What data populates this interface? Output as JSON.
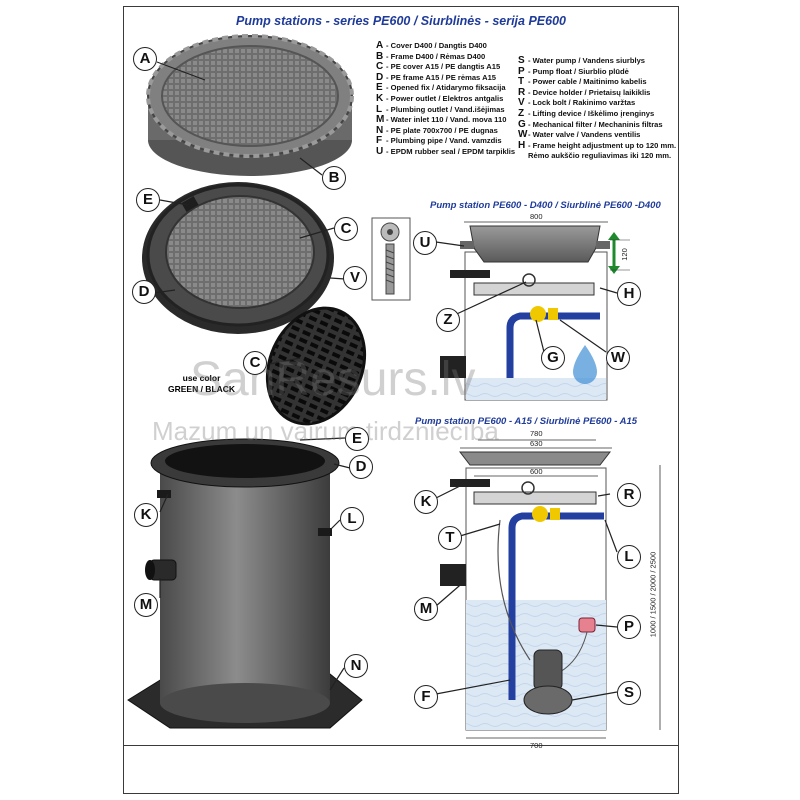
{
  "title": "Pump stations - series PE600 / Siurblinės - serija PE600",
  "legend_left": [
    {
      "key": "A",
      "text": "- Cover D400 / Dangtis D400"
    },
    {
      "key": "B",
      "text": "- Frame D400 / Rėmas D400"
    },
    {
      "key": "C",
      "text": "- PE cover A15 / PE dangtis A15"
    },
    {
      "key": "D",
      "text": "- PE frame A15 / PE rėmas A15"
    },
    {
      "key": "E",
      "text": "- Opened fix / Atidarymo fiksacija"
    },
    {
      "key": "K",
      "text": "- Power outlet  / Elektros antgalis"
    },
    {
      "key": "L",
      "text": "- Plumbing outlet / Vand.išėjimas"
    },
    {
      "key": "M",
      "text": "- Water inlet 110 / Vand. mova 110"
    },
    {
      "key": "N",
      "text": "- PE plate 700x700 / PE dugnas"
    },
    {
      "key": "F",
      "text": "- Plumbing pipe / Vand.  vamzdis"
    },
    {
      "key": "U",
      "text": "- EPDM rubber seal / EPDM tarpiklis"
    }
  ],
  "legend_right": [
    {
      "key": "S",
      "text": "- Water pump / Vandens siurblys"
    },
    {
      "key": "P",
      "text": "- Pump float / Siurblio plūdė"
    },
    {
      "key": "T",
      "text": "- Power cable / Maitinimo kabelis"
    },
    {
      "key": "R",
      "text": "- Device holder / Prietaisų laikiklis"
    },
    {
      "key": "V",
      "text": "- Lock bolt / Rakinimo varžtas"
    },
    {
      "key": "Z",
      "text": "- Lifting device / Iškėlimo įrenginys"
    },
    {
      "key": "G",
      "text": "- Mechanical filter / Mechaninis filtras"
    },
    {
      "key": "W",
      "text": "- Water valve / Vandens ventilis"
    },
    {
      "key": "H",
      "text": "- Frame height adjustment up to 120 mm.",
      "cont": "Rėmo aukščio reguliavimas iki 120 mm."
    }
  ],
  "section_d400": "Pump station PE600 - D400 / Siurblinė PE600 -D400",
  "section_a15": "Pump station PE600 - A15 / Siurblinė PE600 - A15",
  "use_color": [
    "use color",
    "GREEN / BLACK"
  ],
  "dims": {
    "d400_width": "800",
    "d400_height": "120",
    "a15_top1": "780",
    "a15_top2": "630",
    "a15_mid": "600",
    "a15_height": "1000 / 1500 / 2000 / 2500",
    "a15_bottom": "700"
  },
  "callouts": {
    "A": "A",
    "B": "B",
    "E": "E",
    "C": "C",
    "D": "D",
    "V": "V",
    "C2": "C",
    "E2": "E",
    "D2": "D",
    "K": "K",
    "L": "L",
    "M": "M",
    "N": "N",
    "U": "U",
    "H": "H",
    "Z": "Z",
    "G": "G",
    "W": "W",
    "K2": "K",
    "R": "R",
    "T": "T",
    "L2": "L",
    "M2": "M",
    "P": "P",
    "F": "F",
    "S": "S"
  },
  "watermark": {
    "line1": "SanResurs.lv",
    "line2": "Mazum un vairum tirdzniecība"
  },
  "colors": {
    "title_blue": "#1f3b9a",
    "pipe_blue": "#233fa0",
    "valve_yellow": "#f0c800",
    "water": "#d9e6f4",
    "arrow_green": "#1e8a2c"
  }
}
